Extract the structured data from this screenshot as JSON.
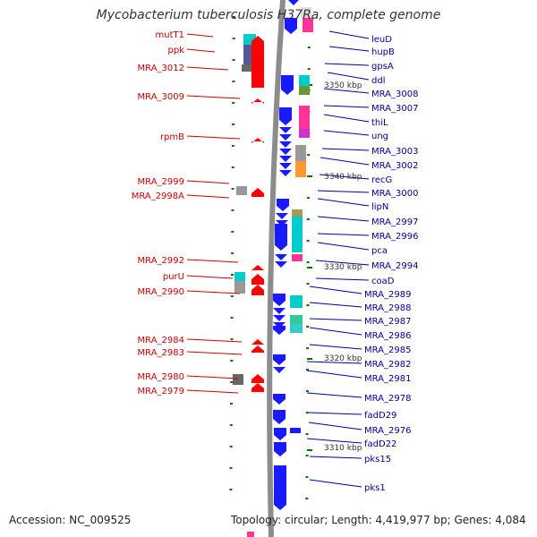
{
  "title": "Mycobacterium tuberculosis H37Ra, complete genome",
  "footer": {
    "accession": "Accession: NC_009525",
    "summary": "Topology: circular; Length: 4,419,977 bp; Genes: 4,084"
  },
  "colors": {
    "backbone": "#8c8c8c",
    "minus_strand": "#ff0000",
    "plus_strand": "#1a1aff",
    "left_label": "#cc0000",
    "right_label": "#000099",
    "tick": "#007700",
    "kbp_label": "#333333",
    "cog_bars": [
      "#00cccc",
      "#33cccc",
      "#ff3399",
      "#cc33cc",
      "#ff9933",
      "#669933",
      "#aa9955",
      "#555599",
      "#999999",
      "#666666",
      "#33cc99",
      "#dddddd"
    ]
  },
  "scale_labels": [
    "3350 kbp",
    "3340 kbp",
    "3330 kbp",
    "3320 kbp",
    "3310 kbp"
  ],
  "left_genes": [
    {
      "label": "mutT1"
    },
    {
      "label": "ppk"
    },
    {
      "label": "MRA_3012"
    },
    {
      "label": "MRA_3009"
    },
    {
      "label": "rpmB"
    },
    {
      "label": "MRA_2999"
    },
    {
      "label": "MRA_2998A"
    },
    {
      "label": "MRA_2992"
    },
    {
      "label": "purU"
    },
    {
      "label": "MRA_2990"
    },
    {
      "label": "MRA_2984"
    },
    {
      "label": "MRA_2983"
    },
    {
      "label": "MRA_2980"
    },
    {
      "label": "MRA_2979"
    }
  ],
  "right_genes": [
    {
      "label": "leuD"
    },
    {
      "label": "hupB"
    },
    {
      "label": "gpsA"
    },
    {
      "label": "ddl"
    },
    {
      "label": "MRA_3008"
    },
    {
      "label": "MRA_3007"
    },
    {
      "label": "thiL"
    },
    {
      "label": "ung"
    },
    {
      "label": "MRA_3003"
    },
    {
      "label": "MRA_3002"
    },
    {
      "label": "recG"
    },
    {
      "label": "MRA_3000"
    },
    {
      "label": "lipN"
    },
    {
      "label": "MRA_2997"
    },
    {
      "label": "MRA_2996"
    },
    {
      "label": "pca"
    },
    {
      "label": "MRA_2994"
    },
    {
      "label": "coaD"
    },
    {
      "label": "MRA_2989"
    },
    {
      "label": "MRA_2988"
    },
    {
      "label": "MRA_2987"
    },
    {
      "label": "MRA_2986"
    },
    {
      "label": "MRA_2985"
    },
    {
      "label": "MRA_2982"
    },
    {
      "label": "MRA_2981"
    },
    {
      "label": "MRA_2978"
    },
    {
      "label": "fadD29"
    },
    {
      "label": "MRA_2976"
    },
    {
      "label": "fadD22"
    },
    {
      "label": "pks15"
    },
    {
      "label": "pks1"
    }
  ]
}
